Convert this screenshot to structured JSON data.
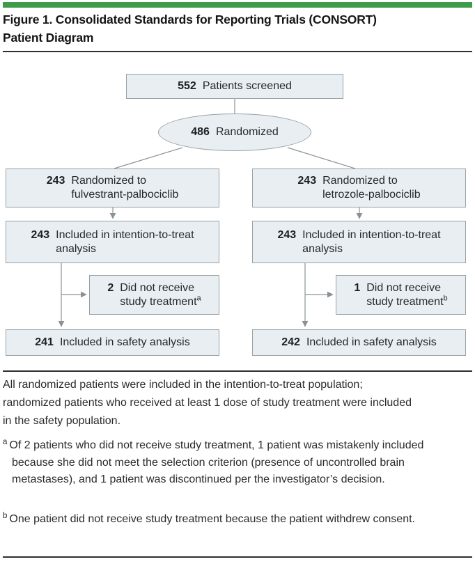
{
  "figure": {
    "title_line1": "Figure 1. Consolidated Standards for Reporting Trials (CONSORT)",
    "title_line2": "Patient Diagram"
  },
  "diagram": {
    "screened": {
      "n": "552",
      "label": "Patients screened"
    },
    "randomized": {
      "n": "486",
      "label": "Randomized"
    },
    "left_arm": {
      "randomized_to": {
        "n": "243",
        "line1": "Randomized to",
        "line2": "fulvestrant-palbociclib"
      },
      "itt": {
        "n": "243",
        "line1": "Included in intention-to-treat",
        "line2": "analysis"
      },
      "not_treated": {
        "n": "2",
        "line1": "Did not receive",
        "line2": "study treatment",
        "footnote_marker": "a"
      },
      "safety": {
        "n": "241",
        "label": "Included in safety analysis"
      }
    },
    "right_arm": {
      "randomized_to": {
        "n": "243",
        "line1": "Randomized to",
        "line2": "letrozole-palbociclib"
      },
      "itt": {
        "n": "243",
        "line1": "Included in intention-to-treat",
        "line2": "analysis"
      },
      "not_treated": {
        "n": "1",
        "line1": "Did not receive",
        "line2": "study treatment",
        "footnote_marker": "b"
      },
      "safety": {
        "n": "242",
        "label": "Included in safety analysis"
      }
    }
  },
  "footer": {
    "note": "All randomized patients were included in the intention-to-treat population; randomized patients who received at least 1 dose of study treatment were included in the safety population.",
    "footnote_a": {
      "marker": "a",
      "text": "Of 2 patients who did not receive study treatment, 1 patient was mistakenly included because she did not meet the selection criterion (presence of uncontrolled brain metastases), and 1 patient was discontinued per the investigator’s decision."
    },
    "footnote_b": {
      "marker": "b",
      "text": "One patient did not receive study treatment because the patient withdrew consent."
    }
  },
  "colors": {
    "accent_green": "#3d9b4a",
    "box_fill": "#e8eef1",
    "box_border": "#98a1a6",
    "connector_gray": "#8a9297",
    "rule_dark": "#2e2e2e"
  }
}
